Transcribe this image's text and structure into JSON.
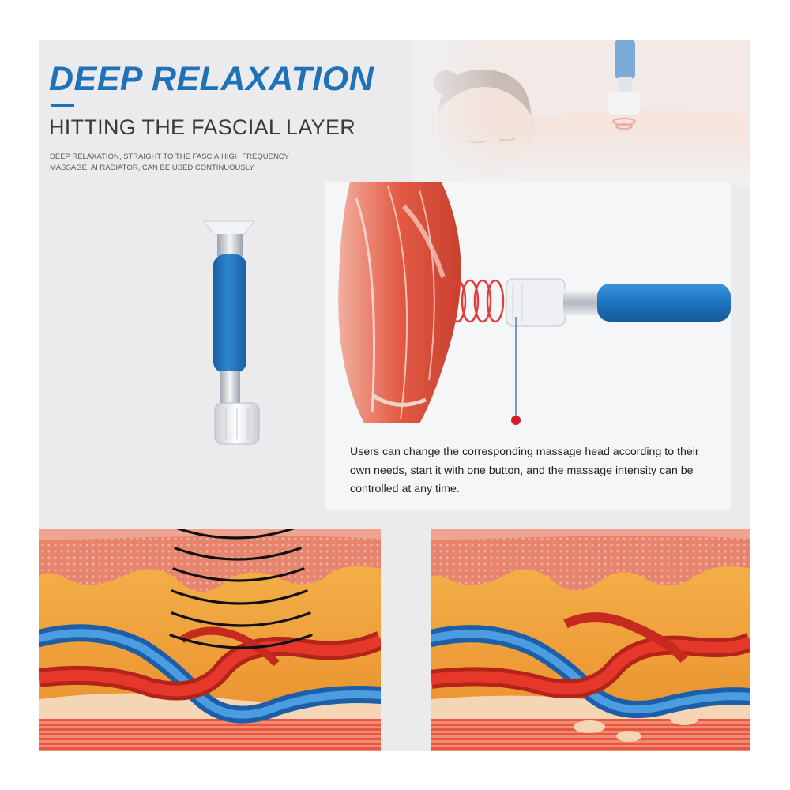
{
  "header": {
    "title": "DEEP RELAXATION",
    "subtitle": "HITTING THE FASCIAL LAYER",
    "description": "DEEP RELAXATION, STRAIGHT TO THE FASCIA.HIGH FREQUENCY MASSAGE, AI RADIATOR, CAN BE USED CONTINUOUSLY"
  },
  "callout": {
    "text": "Users can change the corresponding massage head according to their own needs, start it with one button, and the massage intensity can be controlled at any time."
  },
  "colors": {
    "title_blue": "#1f72b8",
    "device_blue": "#1f74c0",
    "muscle_red": "#e04a3a",
    "vein_blue": "#2d7fc6",
    "fat_orange": "#f1a23c"
  },
  "images": {
    "woman_photo": "woman-receiving-massage-photo",
    "device": "massage-device-illustration",
    "muscle": "muscle-anatomy-illustration",
    "skin_before": "skin-layer-cross-section-with-waves",
    "skin_after": "skin-layer-cross-section-relaxed"
  }
}
